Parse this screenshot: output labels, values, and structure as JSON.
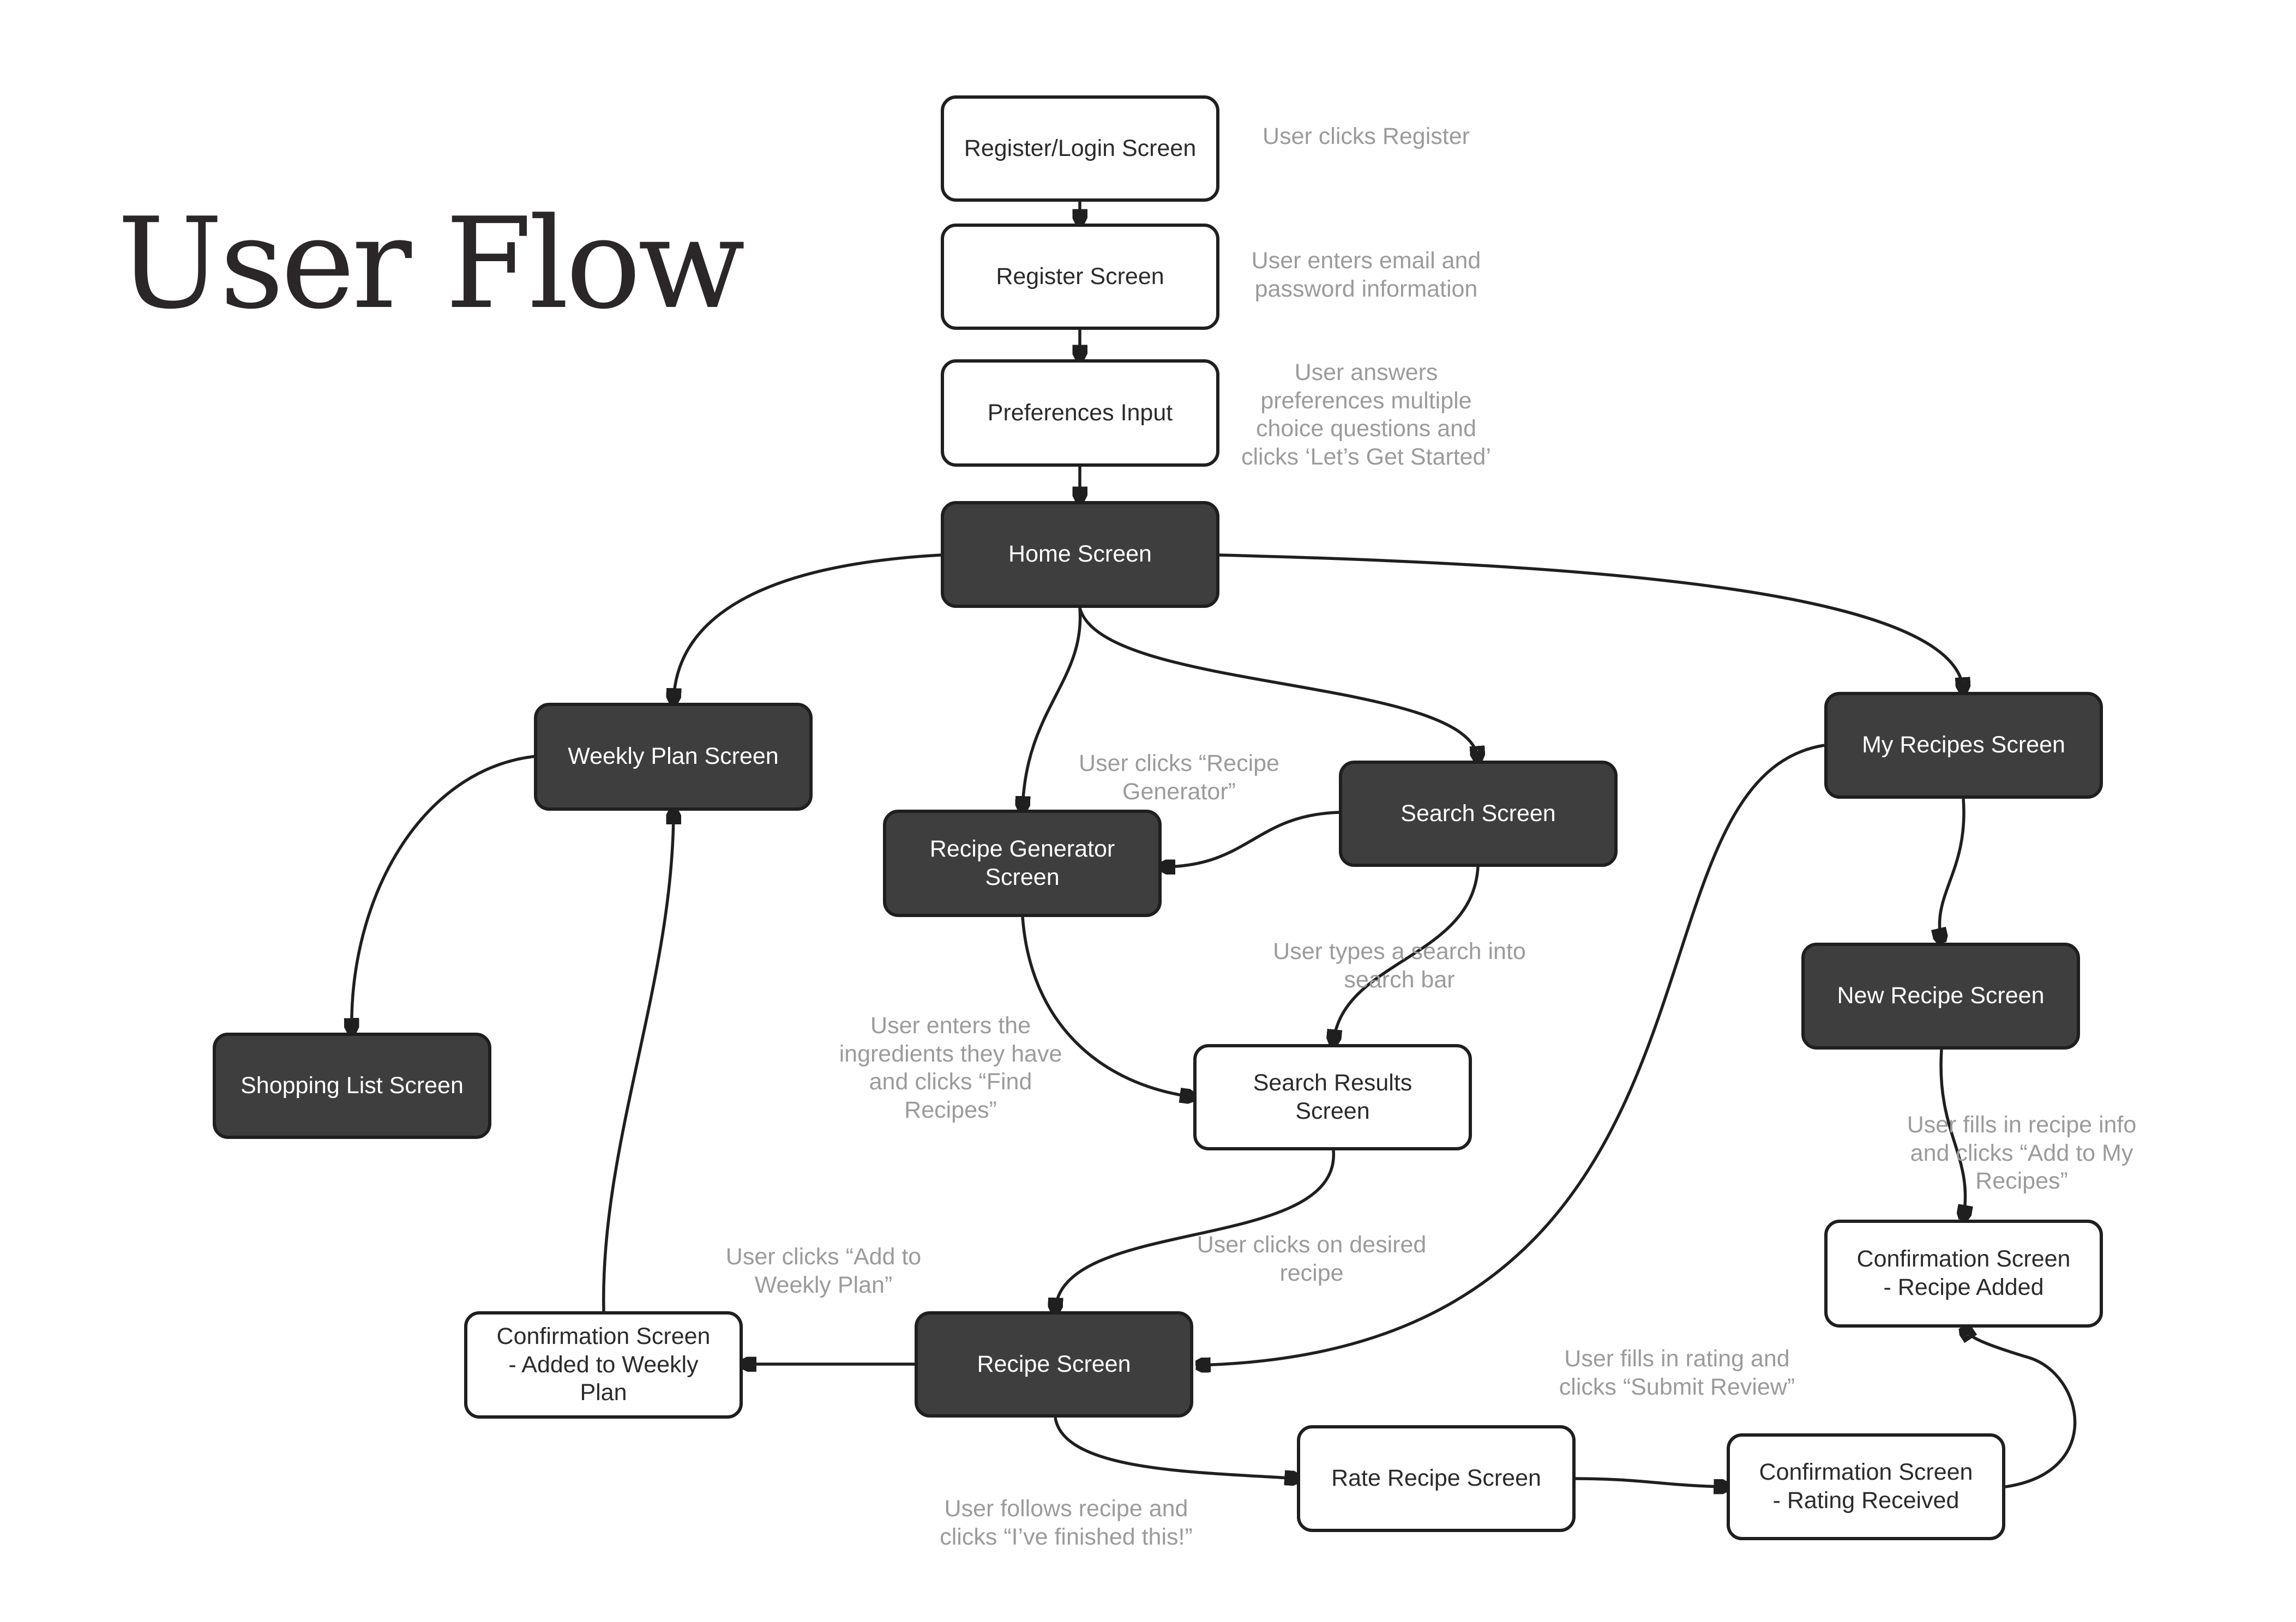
{
  "title": "User Flow",
  "nodes": {
    "register_login": "Register/Login Screen",
    "register": "Register Screen",
    "preferences": "Preferences Input",
    "home": "Home Screen",
    "weekly_plan": "Weekly Plan Screen",
    "recipe_generator": "Recipe Generator\nScreen",
    "search": "Search Screen",
    "my_recipes": "My Recipes Screen",
    "new_recipe": "New Recipe Screen",
    "shopping_list": "Shopping List Screen",
    "search_results": "Search Results\nScreen",
    "confirmation_recipe_added": "Confirmation Screen\n- Recipe Added",
    "confirmation_weekly": "Confirmation Screen\n- Added to Weekly\nPlan",
    "recipe": "Recipe Screen",
    "rate_recipe": "Rate Recipe Screen",
    "confirmation_rating": "Confirmation Screen\n- Rating Received"
  },
  "notes": {
    "clicks_register": "User clicks Register",
    "enters_email": "User enters email and\npassword information",
    "answers_preferences": "User answers\npreferences multiple\nchoice questions and\nclicks ‘Let’s Get Started’",
    "clicks_recipe_generator": "User clicks “Recipe\nGenerator”",
    "types_search": "User types a search into\nsearch bar",
    "enters_ingredients": "User enters the\ningredients they have\nand clicks “Find\nRecipes”",
    "fills_recipe_info": "User fills in recipe info\nand clicks “Add to My\nRecipes”",
    "clicks_add_weekly": "User clicks “Add to\nWeekly Plan”",
    "clicks_desired_recipe": "User clicks on desired\nrecipe",
    "fills_rating": "User fills in rating and\nclicks “Submit Review”",
    "follows_recipe": "User follows recipe and\nclicks “I’ve finished this!”"
  }
}
